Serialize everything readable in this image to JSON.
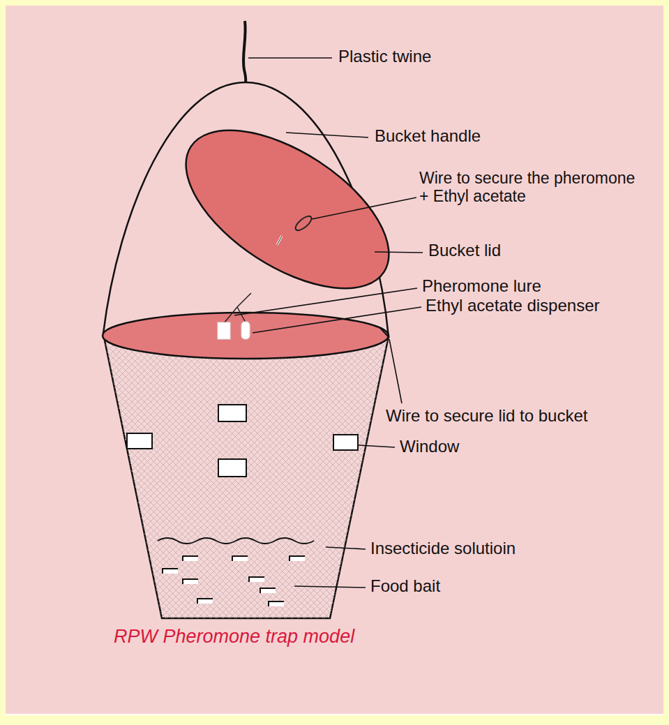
{
  "diagram": {
    "caption": "RPW Pheromone trap model",
    "labels": [
      "Plastic twine",
      "Bucket handle",
      "Wire to secure the pheromone + Ethyl acetate",
      "Bucket lid",
      "Pheromone lure",
      "Ethyl acetate dispenser",
      "Wire to secure lid to bucket",
      "Window",
      "Insecticide solutioin",
      "Food bait"
    ]
  }
}
